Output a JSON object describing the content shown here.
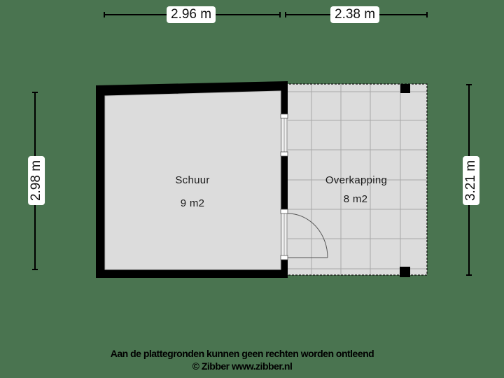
{
  "colors": {
    "background": "#4a7450",
    "floor": "#dcdcdc",
    "wall": "#000000",
    "grid": "#a8a8a8",
    "label_bg": "#ffffff"
  },
  "dimensions": {
    "top_left": "2.96 m",
    "top_right": "2.38 m",
    "left": "2.98 m",
    "right": "3.21 m"
  },
  "rooms": [
    {
      "name": "Schuur",
      "area": "9 m2"
    },
    {
      "name": "Overkapping",
      "area": "8 m2"
    }
  ],
  "footer": {
    "disclaimer": "Aan de plattegronden kunnen geen rechten worden ontleend",
    "copyright": "© Zibber www.zibber.nl"
  }
}
